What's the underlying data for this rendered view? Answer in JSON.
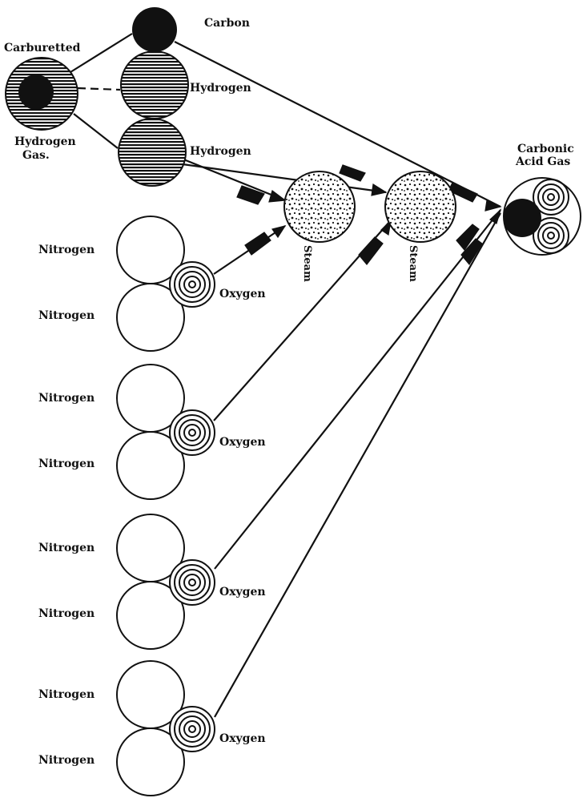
{
  "labels": {
    "carbon": "Carbon",
    "carburetted_hydrogen_gas_line1": "Carburetted",
    "carburetted_hydrogen_gas_line2": "Hydrogen",
    "carburetted_hydrogen_gas_line3": "Gas.",
    "hydrogen_1": "Hydrogen",
    "hydrogen_2": "Hydrogen",
    "steam_1": "Steam",
    "steam_2": "Steam",
    "carbonic_acid_gas_line1": "Carbonic",
    "carbonic_acid_gas_line2": "Acid Gas",
    "air_groups": [
      {
        "nitrogen_top": "Nitrogen",
        "oxygen": "Oxygen",
        "nitrogen_bottom": "Nitrogen"
      },
      {
        "nitrogen_top": "Nitrogen",
        "oxygen": "Oxygen",
        "nitrogen_bottom": "Nitrogen"
      },
      {
        "nitrogen_top": "Nitrogen",
        "oxygen": "Oxygen",
        "nitrogen_bottom": "Nitrogen"
      },
      {
        "nitrogen_top": "Nitrogen",
        "oxygen": "Oxygen",
        "nitrogen_bottom": "Nitrogen"
      }
    ]
  },
  "colors": {
    "ink": "#111111",
    "background": "#ffffff"
  }
}
